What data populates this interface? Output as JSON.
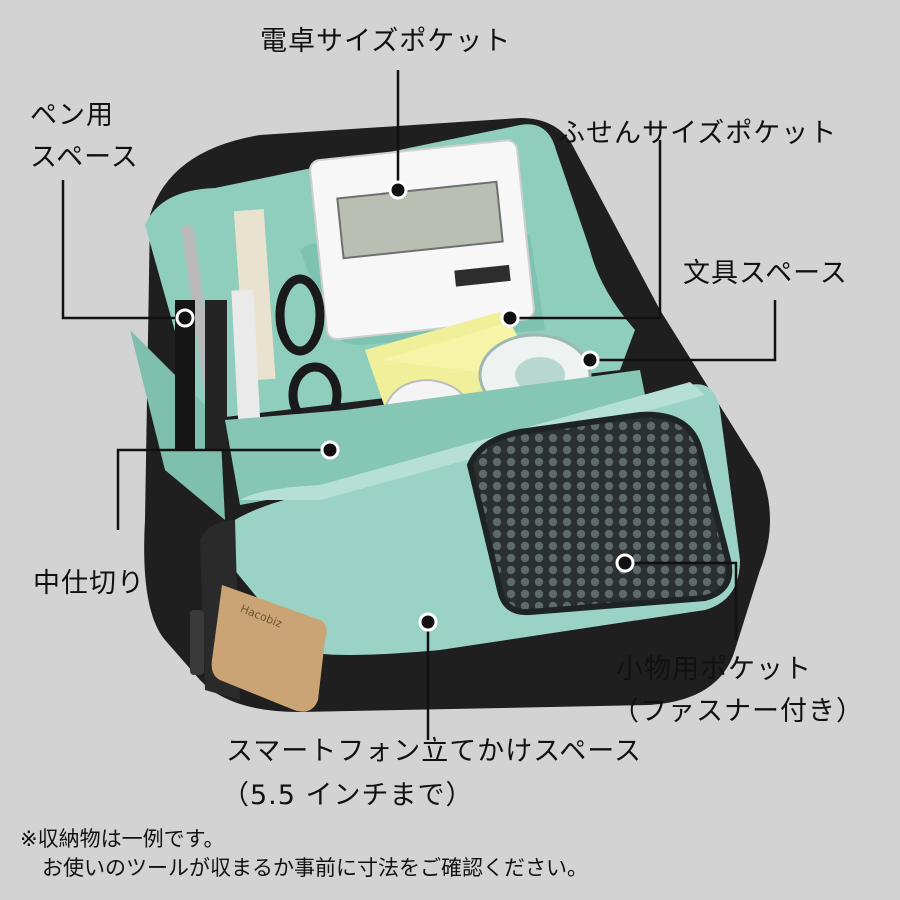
{
  "labels": {
    "calculator_pocket": "電卓サイズポケット",
    "pen_space_line1": "ペン用",
    "pen_space_line2": "スペース",
    "sticky_pocket": "ふせんサイズポケット",
    "stationery_space": "文具スペース",
    "divider": "中仕切り",
    "accessory_pocket_line1": "小物用ポケット",
    "accessory_pocket_line2": "（ファスナー付き）",
    "phone_stand_line1": "スマートフォン立てかけスペース",
    "phone_stand_line2": "（5.5 インチまで）"
  },
  "notes": {
    "line1": "※収納物は一例です。",
    "line2": "お使いのツールが収まるか事前に寸法をご確認ください。"
  },
  "calculator_display": "",
  "tag_text": "Hacobiz",
  "colors": {
    "background": "#d3d3d3",
    "lining": "#8fcdbd",
    "lining_dark": "#6fb3a2",
    "shell": "#1f1f1f",
    "callout": "#111111"
  }
}
